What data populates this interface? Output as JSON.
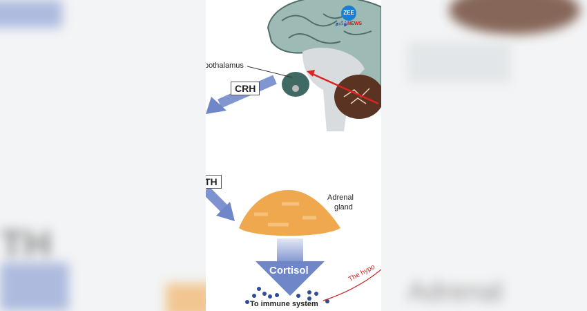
{
  "labels": {
    "hypothalamus": "pothalamus",
    "crh": "CRH",
    "acth": "TH",
    "adrenal": "Adrenal",
    "adrenal2": "gland",
    "cortisol": "Cortisol",
    "immune": "To immune system",
    "hypo_curve": "The hypo"
  },
  "background": {
    "left_text": "TH",
    "right_text": "Adrenal"
  },
  "logo": {
    "brand": "ZEE",
    "tamil": "தமிழ்",
    "news": "NEWS"
  },
  "colors": {
    "arrow": "#6f86c9",
    "brain": "#9dbab5",
    "adrenal": "#f0a84f",
    "cerebellum": "#5a3322"
  }
}
